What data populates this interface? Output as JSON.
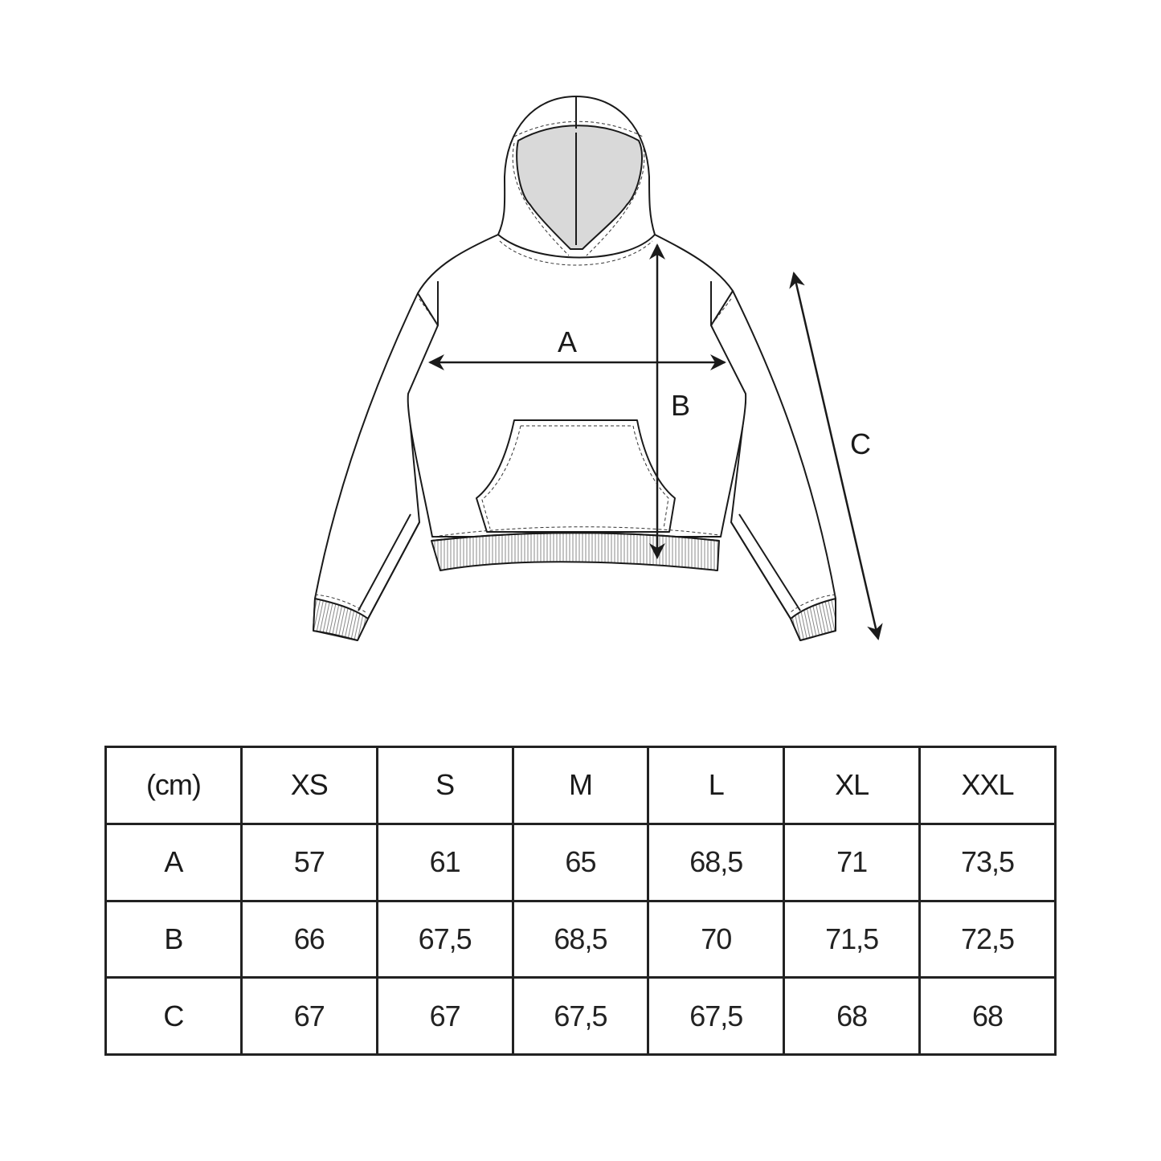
{
  "diagram": {
    "garment": "hoodie",
    "labels": {
      "a": "A",
      "b": "B",
      "c": "C"
    }
  },
  "table": {
    "unit_label": "(cm)",
    "sizes": [
      "XS",
      "S",
      "M",
      "L",
      "XL",
      "XXL"
    ],
    "rows": [
      {
        "label": "A",
        "values": [
          "57",
          "61",
          "65",
          "68,5",
          "71",
          "73,5"
        ]
      },
      {
        "label": "B",
        "values": [
          "66",
          "67,5",
          "68,5",
          "70",
          "71,5",
          "72,5"
        ]
      },
      {
        "label": "C",
        "values": [
          "67",
          "67",
          "67,5",
          "67,5",
          "68",
          "68"
        ]
      }
    ]
  },
  "chart_data": {
    "type": "table",
    "title": "",
    "unit": "cm",
    "columns": [
      "(cm)",
      "XS",
      "S",
      "M",
      "L",
      "XL",
      "XXL"
    ],
    "rows": [
      [
        "A",
        57,
        61,
        65,
        68.5,
        71,
        73.5
      ],
      [
        "B",
        66,
        67.5,
        68.5,
        70,
        71.5,
        72.5
      ],
      [
        "C",
        67,
        67,
        67.5,
        67.5,
        68,
        68
      ]
    ]
  }
}
